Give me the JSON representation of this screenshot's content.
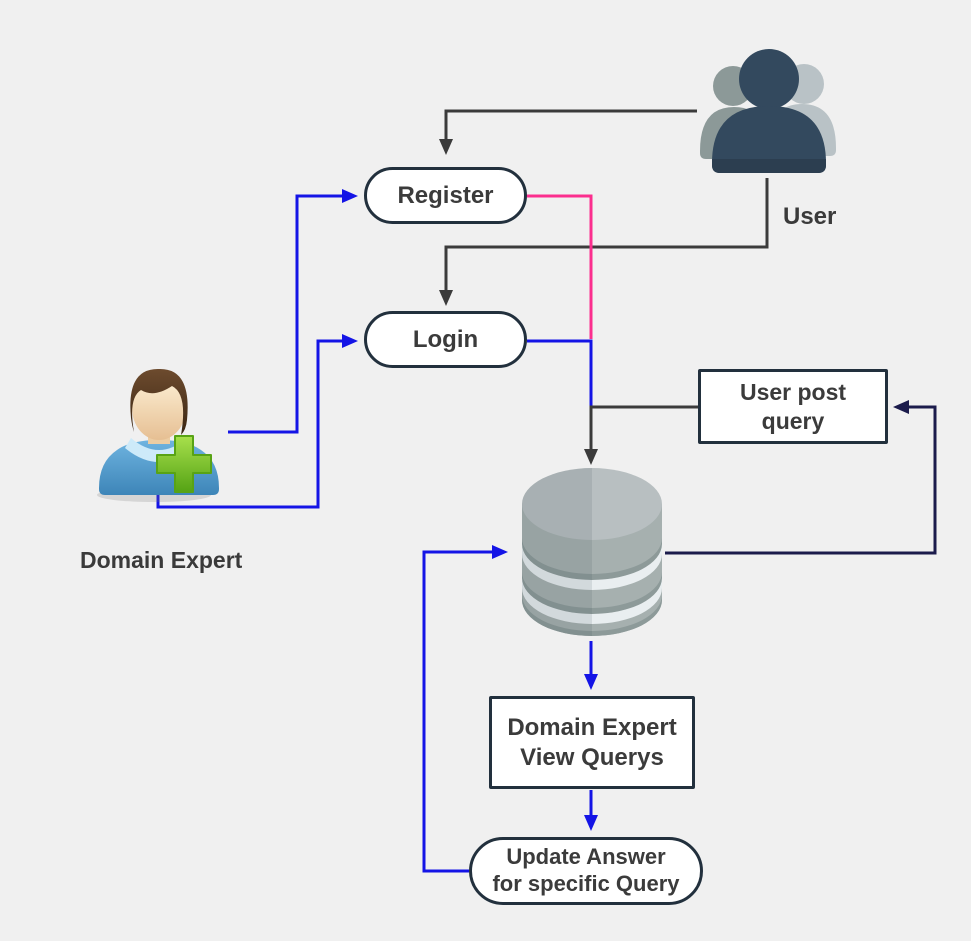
{
  "diagram": {
    "title": "User / Domain Expert query flow diagram",
    "background": "#f0f0f0",
    "colors": {
      "blue": "#1414e6",
      "pink": "#fb2e8e",
      "black": "#3b3b3b",
      "navy": "#1b1b4b",
      "node_border": "#22303d",
      "node_fill": "#ffffff",
      "text": "#3b3b3b"
    },
    "nodes": {
      "register": {
        "label": "Register",
        "shape": "rounded"
      },
      "login": {
        "label": "Login",
        "shape": "rounded"
      },
      "user_post_query": {
        "line1": "User post",
        "line2": "query",
        "shape": "rectangle"
      },
      "view_querys": {
        "line1": "Domain Expert",
        "line2": "View Querys",
        "shape": "rectangle"
      },
      "update_answer": {
        "line1": "Update Answer",
        "line2": "for specific Query",
        "shape": "rounded"
      }
    },
    "actors": {
      "user": {
        "label": "User",
        "icon": "users-group-icon"
      },
      "domain_expert": {
        "label": "Domain Expert",
        "icon": "person-add-icon"
      },
      "database": {
        "icon": "database-cylinder-icon"
      }
    },
    "edges": [
      {
        "from": "user",
        "to": "register",
        "color": "#3b3b3b"
      },
      {
        "from": "user",
        "to": "login",
        "color": "#3b3b3b"
      },
      {
        "from": "domain_expert",
        "to": "register",
        "color": "#1414e6"
      },
      {
        "from": "domain_expert",
        "to": "login",
        "color": "#1414e6"
      },
      {
        "from": "register",
        "to": "database_junction",
        "color": "#fb2e8e"
      },
      {
        "from": "login",
        "to": "database_junction",
        "color": "#1414e6"
      },
      {
        "from": "user_post_query",
        "to": "database",
        "color": "#3b3b3b"
      },
      {
        "from": "database",
        "to": "user_post_query",
        "color": "#1b1b4b"
      },
      {
        "from": "database",
        "to": "view_querys",
        "color": "#1414e6"
      },
      {
        "from": "view_querys",
        "to": "update_answer",
        "color": "#1414e6"
      },
      {
        "from": "update_answer",
        "to": "database",
        "color": "#1414e6"
      }
    ]
  }
}
